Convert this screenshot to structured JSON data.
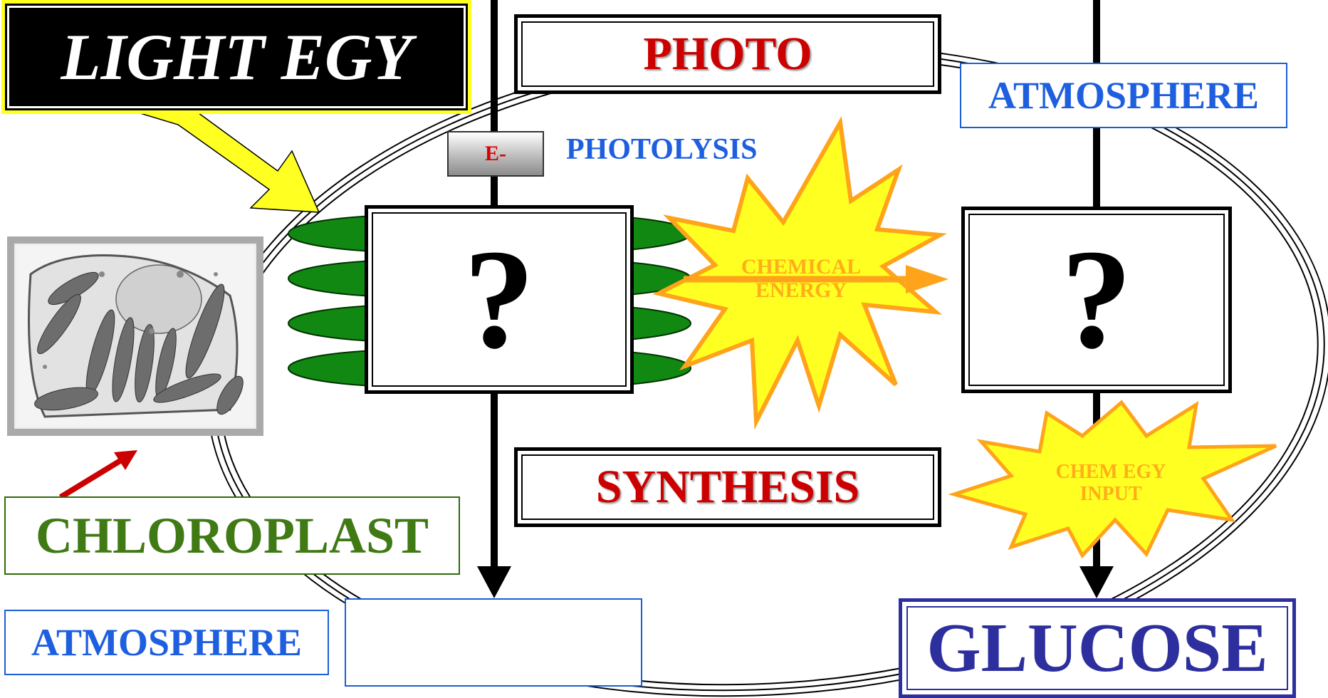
{
  "labels": {
    "light_energy": "LIGHT EGY",
    "photo": "PHOTO",
    "synthesis": "SYNTHESIS",
    "atmosphere_top": "ATMOSPHERE",
    "atmosphere_bottom": "ATMOSPHERE",
    "electron": "E-",
    "photolysis": "PHOTOLYSIS",
    "question_left": "?",
    "question_right": "?",
    "chemical_energy_line1": "CHEMICAL",
    "chemical_energy_line2": "ENERGY",
    "chem_egy_input_line1": "CHEM EGY",
    "chem_egy_input_line2": "INPUT",
    "chloroplast": "CHLOROPLAST",
    "glucose": "GLUCOSE",
    "blank_answer": ""
  },
  "colors": {
    "title_red": "#cc0000",
    "atmosphere_blue": "#1e5fe0",
    "chloroplast_green": "#3f7a14",
    "glucose_navy": "#2e2f9e",
    "thylakoid_green": "#118811",
    "light_arrow_yellow": "#ffff22",
    "energy_orange": "#ffa31a",
    "burst_yellow": "#ffff22",
    "pointer_red": "#cc0000"
  },
  "icons": {
    "micrograph": "chloroplast-micrograph-image",
    "light_arrow": "yellow-arrow-icon",
    "energy_arrow": "orange-arrow-icon",
    "pointer_arrow": "red-arrow-icon"
  }
}
